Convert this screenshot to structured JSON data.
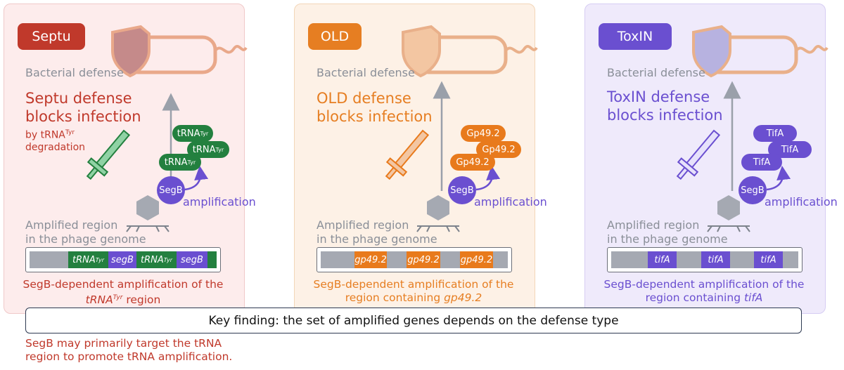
{
  "colors": {
    "septu": "#c0392b",
    "old": "#e67e22",
    "toxin": "#6a4fd0",
    "trna_green": "#23803f",
    "gp_orange": "#e87a1c",
    "segb_purple": "#6a4fd0"
  },
  "panels": [
    {
      "badge": "Septu",
      "bacterial_defense": "Bacterial defense",
      "title_line1": "Septu defense",
      "title_line2": "blocks infection",
      "sub_line1": "by tRNA",
      "sub_line1_sup": "Tyr",
      "sub_line2": "degradation",
      "molecules": [
        "tRNA",
        "tRNA",
        "tRNA"
      ],
      "molecule_sup": "Tyr",
      "segb": "SegB",
      "amplification": "amplification",
      "amplified_line1": "Amplified region",
      "amplified_line2": "in the phage genome",
      "segments": [
        "tRNA",
        "segB",
        "tRNA",
        "segB"
      ],
      "segment_sup": "Tyr",
      "caption_line1": "SegB-dependent amplification of the",
      "caption_line2_pre": "tRNA",
      "caption_line2_sup": "Tyr",
      "caption_line2_post": " region"
    },
    {
      "badge": "OLD",
      "bacterial_defense": "Bacterial defense",
      "title_line1": "OLD defense",
      "title_line2": "blocks infection",
      "molecules": [
        "Gp49.2",
        "Gp49.2",
        "Gp49.2"
      ],
      "segb": "SegB",
      "amplification": "amplification",
      "amplified_line1": "Amplified region",
      "amplified_line2": "in the phage genome",
      "segments": [
        "gp49.2",
        "gp49.2",
        "gp49.2"
      ],
      "caption_line1": "SegB-dependent amplification of the",
      "caption_line2_pre": "region containing ",
      "caption_line2_italic": "gp49.2"
    },
    {
      "badge": "ToxIN",
      "bacterial_defense": "Bacterial defense",
      "title_line1": "ToxIN defense",
      "title_line2": "blocks infection",
      "molecules": [
        "TifA",
        "TifA",
        "TifA"
      ],
      "segb": "SegB",
      "amplification": "amplification",
      "amplified_line1": "Amplified region",
      "amplified_line2": "in the phage genome",
      "segments": [
        "tifA",
        "tifA",
        "tifA"
      ],
      "caption_line1": "SegB-dependent amplification of the",
      "caption_line2_pre": "region containing ",
      "caption_line2_italic": "tifA"
    }
  ],
  "key_finding": "Key finding: the set of amplified genes depends on the defense type",
  "note_line1": "SegB may primarily target the tRNA",
  "note_line2": "region to promote tRNA amplification."
}
